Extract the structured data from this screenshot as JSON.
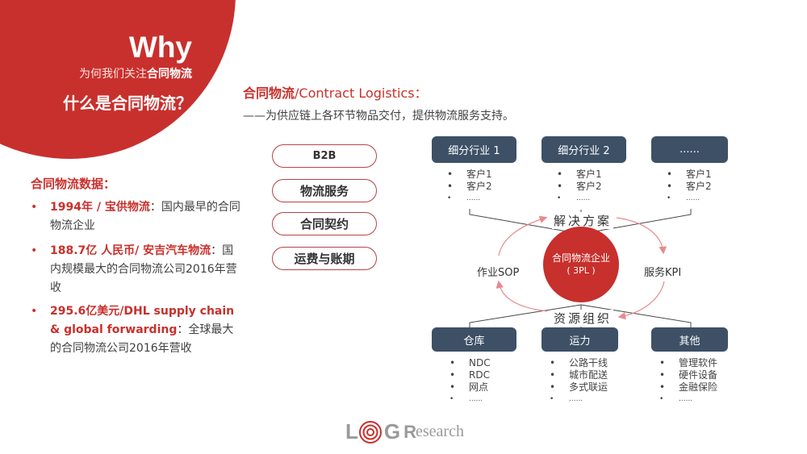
{
  "header": {
    "title": "Why",
    "subtitle_plain": "为何我们关注",
    "subtitle_bold": "合同物流",
    "question": "什么是合同物流？"
  },
  "definition": {
    "title_cn": "合同物流",
    "title_en": "/Contract Logistics：",
    "description": "——为供应链上各环节物品交付，提供物流服务支持。"
  },
  "stats": {
    "title": "合同物流数据：",
    "items": [
      {
        "highlight": "1994年 / 宝供物流",
        "text": "：国内最早的合同物流企业"
      },
      {
        "highlight": "188.7亿 人民币/ 安吉汽车物流",
        "text": "：国内规模最大的合同物流公司2016年营收"
      },
      {
        "highlight": "295.6亿美元/DHL supply chain & global forwarding",
        "text": "：全球最大的合同物流公司2016年营收"
      }
    ]
  },
  "keywords": [
    "B2B",
    "物流服务",
    "合同契约",
    "运费与账期"
  ],
  "diagram": {
    "top_boxes": [
      {
        "label": "细分行业 1",
        "items": [
          "客户1",
          "客户2",
          "......"
        ]
      },
      {
        "label": "细分行业 2",
        "items": [
          "客户1",
          "客户2",
          "......"
        ]
      },
      {
        "label": "......",
        "items": [
          "客户1",
          "客户2",
          "......"
        ]
      }
    ],
    "center": {
      "line1": "合同物流企业",
      "line2": "( 3PL )"
    },
    "top_label": "解决方案",
    "bottom_label": "资源组织",
    "left_label": "作业SOP",
    "right_label": "服务KPI",
    "bottom_boxes": [
      {
        "label": "仓库",
        "items": [
          "NDC",
          "RDC",
          "网点",
          "......"
        ]
      },
      {
        "label": "运力",
        "items": [
          "公路干线",
          "城市配送",
          "多式联运",
          "......"
        ]
      },
      {
        "label": "其他",
        "items": [
          "管理软件",
          "硬件设备",
          "金融保险",
          "......"
        ]
      }
    ]
  },
  "logo": {
    "mark": "LOG",
    "text": "Research"
  },
  "colors": {
    "accent_red": "#c8302d",
    "box_navy": "#3d5066",
    "arrow_pink": "#e88a8e"
  }
}
